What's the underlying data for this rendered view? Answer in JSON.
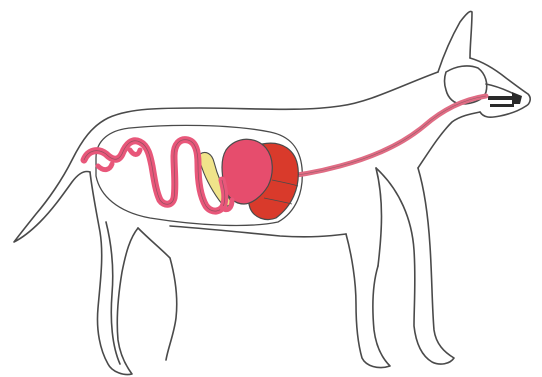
{
  "figure": {
    "subject": "dog-digestive-system",
    "labels": []
  },
  "colors": {
    "background": "#ffffff",
    "outline": "#4a4a4a",
    "esophagus": "#e06c84",
    "intestine": "#e8577a",
    "stomach": "#e64d6d",
    "liver": "#d93a2b",
    "gallbladder": "#f0e48a",
    "teeth": "#2a2a2a"
  },
  "organs": [
    {
      "name": "esophagus"
    },
    {
      "name": "stomach"
    },
    {
      "name": "liver"
    },
    {
      "name": "gallbladder"
    },
    {
      "name": "small-intestine"
    }
  ]
}
